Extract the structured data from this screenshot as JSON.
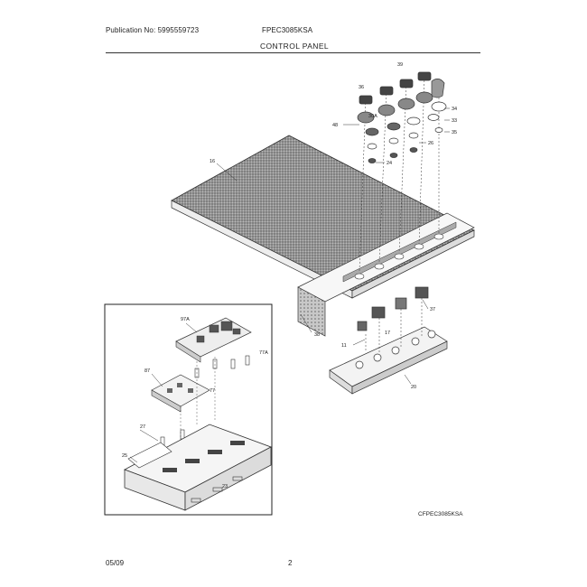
{
  "header": {
    "publication": "Publication No: 5995559723",
    "model": "FPEC3085KSA",
    "title": "CONTROL PANEL"
  },
  "callouts": {
    "c16": "16",
    "c38": "38",
    "c24": "24",
    "c26": "26",
    "c35": "35",
    "c34": "34",
    "c48": "48",
    "c36": "36",
    "c39": "39",
    "c33": "33",
    "c30a": "30A",
    "c37": "37",
    "c20": "20",
    "c11": "11",
    "c17": "17",
    "c97a": "97A",
    "c77a": "77A",
    "c77": "77",
    "c87": "87",
    "c27": "27",
    "c25": "25",
    "c23": "23"
  },
  "footer": {
    "diagram_code": "CFPEC3085KSA",
    "date": "05/09",
    "page": "2"
  }
}
